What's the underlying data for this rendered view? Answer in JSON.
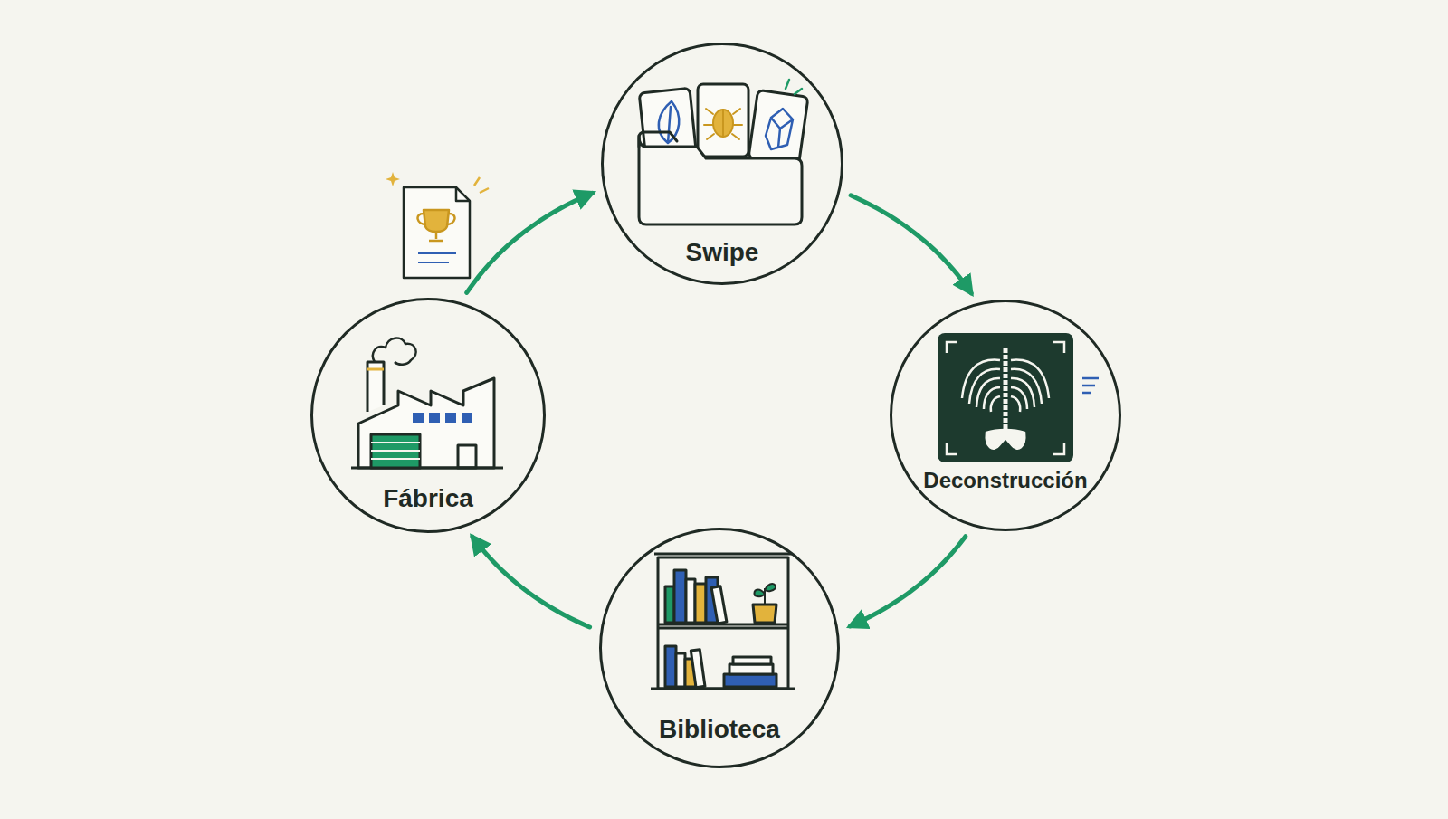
{
  "diagram": {
    "nodes": [
      {
        "text": [
          "Swipe"
        ]
      },
      {
        "text": [
          "Deconstrucción"
        ]
      },
      {
        "text": [
          "Biblioteca"
        ]
      },
      {
        "text": [
          "Fábrica"
        ]
      }
    ],
    "edges": [
      {
        "from": 0,
        "to": 1,
        "arrow": "to"
      },
      {
        "from": 1,
        "to": 2,
        "arrow": "to"
      },
      {
        "from": 2,
        "to": 3,
        "arrow": "to"
      },
      {
        "from": 3,
        "to": 0,
        "arrow": "to"
      }
    ]
  }
}
